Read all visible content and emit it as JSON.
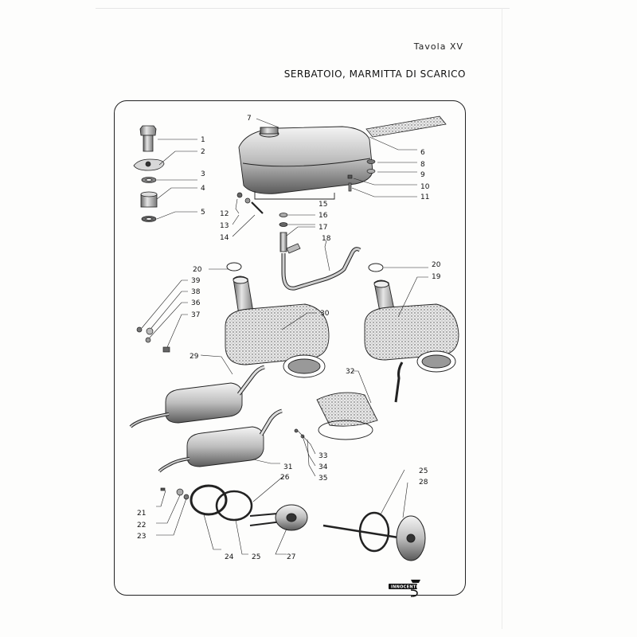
{
  "plate": {
    "number": "Tavola XV",
    "title": "SERBATOIO, MARMITTA DI SCARICO"
  },
  "logo": {
    "text": "INNOCENTI"
  },
  "callouts": [
    "1",
    "2",
    "3",
    "4",
    "5",
    "6",
    "7",
    "8",
    "9",
    "10",
    "11",
    "12",
    "13",
    "14",
    "15",
    "16",
    "17",
    "18",
    "19",
    "20",
    "20",
    "21",
    "22",
    "23",
    "24",
    "25",
    "25",
    "26",
    "27",
    "28",
    "29",
    "30",
    "31",
    "32",
    "33",
    "34",
    "35",
    "36",
    "37",
    "38",
    "39"
  ]
}
